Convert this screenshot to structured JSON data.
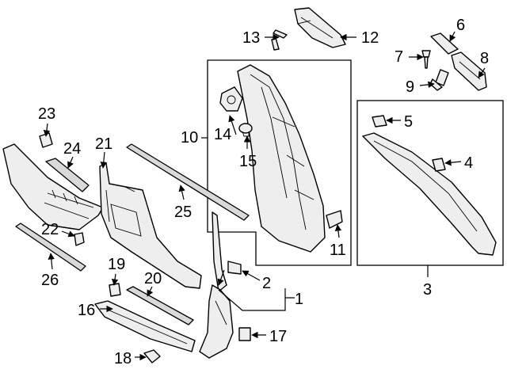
{
  "callouts": {
    "n1": "1",
    "n2": "2",
    "n3": "3",
    "n4": "4",
    "n5": "5",
    "n6": "6",
    "n7": "7",
    "n8": "8",
    "n9": "9",
    "n10": "10",
    "n11": "11",
    "n12": "12",
    "n13": "13",
    "n14": "14",
    "n15": "15",
    "n16": "16",
    "n17": "17",
    "n18": "18",
    "n19": "19",
    "n20": "20",
    "n21": "21",
    "n22": "22",
    "n23": "23",
    "n24": "24",
    "n25": "25",
    "n26": "26"
  },
  "colors": {
    "line": "#000000",
    "part_fill": "#eeeeee",
    "part_shade": "#d9d9d9",
    "background": "#ffffff"
  }
}
